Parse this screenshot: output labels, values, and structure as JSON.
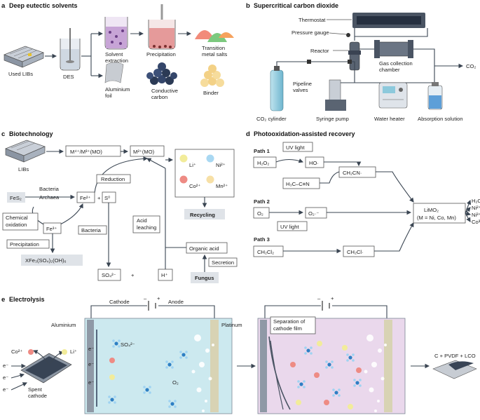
{
  "panel_a": {
    "letter": "a",
    "title": "Deep eutectic solvents",
    "used_libs": "Used LIBs",
    "des": "DES",
    "solvent_extraction": [
      "Solvent",
      "extraction"
    ],
    "precipitation": "Precipitation",
    "transition_metal_salts": [
      "Transition",
      "metal salts"
    ],
    "aluminium_foil": [
      "Aluminium",
      "foil"
    ],
    "conductive_carbon": [
      "Conductive",
      "carbon"
    ],
    "binder": "Binder"
  },
  "panel_b": {
    "letter": "b",
    "title": "Supercritical carbon dioxide",
    "thermostat": "Thermostat",
    "pressure_gauge": "Pressure gauge",
    "reactor": "Reactor",
    "gas_collection_chamber": [
      "Gas collection",
      "chamber"
    ],
    "co2_out": "CO₂",
    "pipeline_valves": [
      "Pipeline",
      "valves"
    ],
    "co2_cylinder": "CO₂ cylinder",
    "syringe_pump": "Syringe pump",
    "water_heater": "Water heater",
    "absorption_solution": "Absorption solution"
  },
  "panel_c": {
    "letter": "c",
    "title": "Biotechnology",
    "libs": "LIBs",
    "m_box1": "M⁴⁺/M³⁺(MO)",
    "m_box2": "M²⁺(MO)",
    "reduction": "Reduction",
    "bacteria_top": "Bacteria",
    "archaea": "Archaea",
    "fes2": "FeS₂",
    "fe2": "Fe²⁺",
    "plus": "+",
    "s0": "S⁰",
    "chemical_oxidation": [
      "Chemical",
      "oxidation"
    ],
    "fe3": "Fe³⁺",
    "bacteria_mid": "Bacteria",
    "acid_leaching": [
      "Acid",
      "leaching"
    ],
    "precipitation": "Precipitation",
    "xfe": "XFe₃(SO₄)₂(OH)₆",
    "so4": "SO₄²⁻",
    "plus2": "+",
    "hplus": "H⁺",
    "organic_acid": "Organic acid",
    "secretion": "Secretion",
    "fungus": "Fungus",
    "recycling": "Recycling",
    "ions": [
      "Li⁺",
      "Ni²⁺",
      "Co²⁺",
      "Mn²⁺"
    ],
    "ion_colors": [
      "#f2ec9a",
      "#a9d8f2",
      "#ee8b84",
      "#f7e0a6"
    ]
  },
  "panel_d": {
    "letter": "d",
    "title": "Photooxidation-assisted recovery",
    "path1": "Path 1",
    "path2": "Path 2",
    "path3": "Path 3",
    "uv_light_1": "UV light",
    "uv_light_2": "UV light",
    "h2o2": "H₂O₂",
    "ho": "HO·",
    "ch2cn": "CH₂CN·",
    "h3c_cn": "H₃C–C≡N",
    "o2": "O₂",
    "o2_rad": "O₂·⁻",
    "ch2cl2": "CH₂Cl₂",
    "ch2cl": "CH₂Cl·",
    "limo2": "LiMO₂",
    "limo2_sub": "(M = Ni, Co, Mn)",
    "products": [
      "H₂O",
      "Ni²⁺",
      "Ni³⁺",
      "Co³⁺"
    ]
  },
  "panel_e": {
    "letter": "e",
    "title": "Electrolysis",
    "cathode": "Cathode",
    "anode": "Anode",
    "minus": "–",
    "plus": "+",
    "aluminium": "Aluminium",
    "platinum": "Platinum",
    "co2plus": "Co²⁺",
    "liplus": "Li⁺",
    "electron": "e⁻",
    "spent_cathode": [
      "Spent",
      "cathode"
    ],
    "so4": "SO₄²⁻",
    "o2": "O₂",
    "separation": [
      "Separation of",
      "cathode film"
    ],
    "product": "C + PVDF + LCO"
  }
}
